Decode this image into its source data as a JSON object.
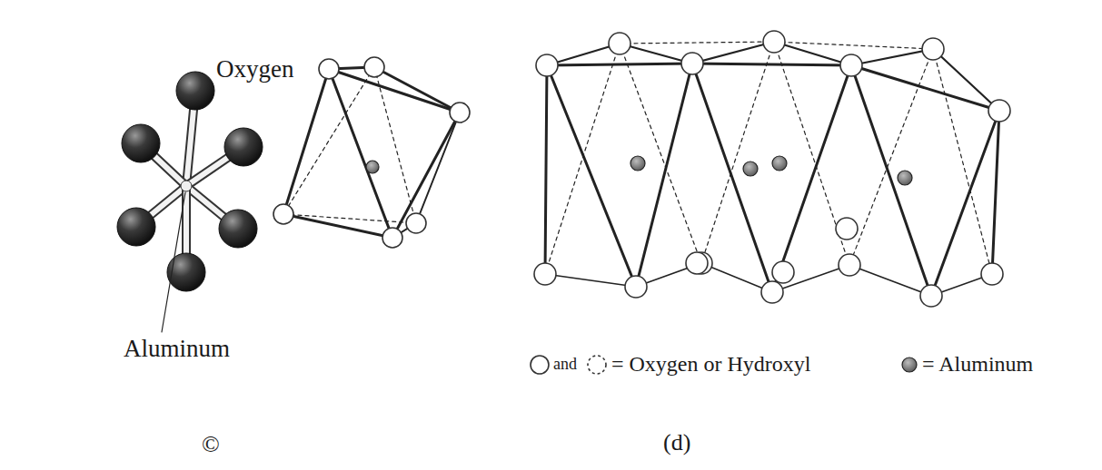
{
  "diagram": {
    "labels": [
      "Oxygen",
      "Aluminum",
      "and",
      "©",
      "(d)"
    ],
    "legend": [
      {
        "text": "= Oxygen or Hydroxyl"
      },
      {
        "text": "= Aluminum"
      }
    ]
  }
}
